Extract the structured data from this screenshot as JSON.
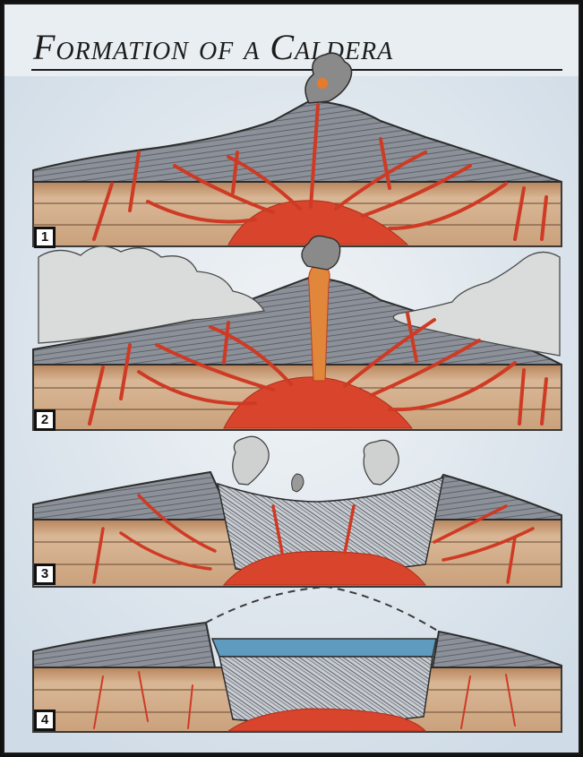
{
  "title": "Formation of a Caldera",
  "stages": [
    {
      "label": "1"
    },
    {
      "label": "2"
    },
    {
      "label": "3"
    },
    {
      "label": "4"
    }
  ],
  "colors": {
    "background": "#e9eef2",
    "sky": "#cfdbe6",
    "rock_grey": "#8a8f98",
    "ground_tan": "#c69a72",
    "magma_red": "#d8452c",
    "smoke_grey": "#d2d4d4",
    "lake_blue": "#5f9bbf"
  }
}
